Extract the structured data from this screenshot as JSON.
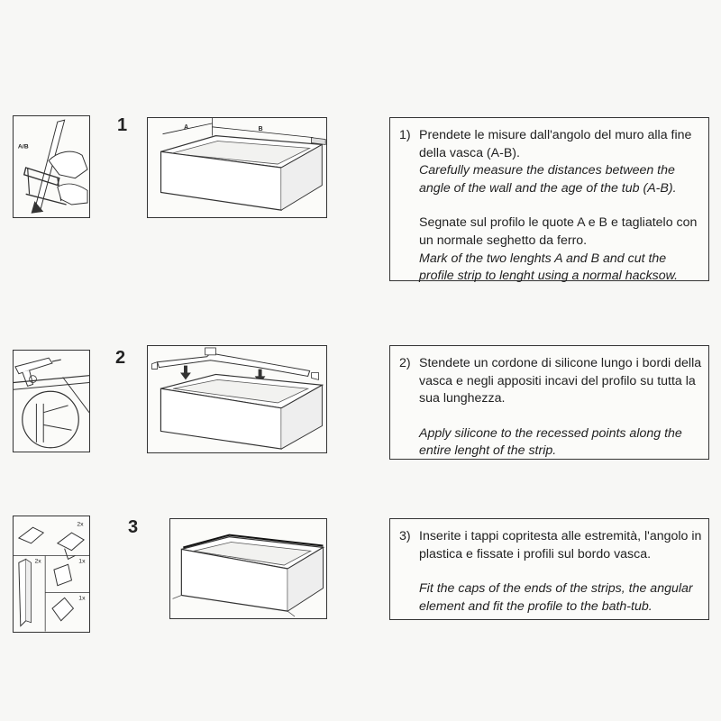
{
  "steps": [
    {
      "number": "1",
      "box_number": "1)",
      "it_1": "Prendete le misure dall'angolo del muro alla fine della vasca (A-B).",
      "en_1": "Carefully measure the distances between the angle of the wall and the age of the tub (A-B).",
      "it_2": "Segnate sul profilo le quote A e B e tagliatelo con un normale seghetto da ferro.",
      "en_2": "Mark of the two lenghts A and B and cut the profile strip to lenght using a normal hacksow.",
      "label_ab": "A/B",
      "label_a": "A",
      "label_b": "B"
    },
    {
      "number": "2",
      "box_number": "2)",
      "it_1": "Stendete un cordone di silicone lungo i bordi della vasca e negli appositi incavi del profilo su tutta la sua lunghezza.",
      "en_1": "Apply silicone to the recessed points along the entire lenght of the strip."
    },
    {
      "number": "3",
      "box_number": "3)",
      "it_1": "Inserite i tappi copritesta alle estremità, l'angolo in plastica e fissate i profili sul bordo vasca.",
      "en_1": "Fit the caps of the ends of the strips, the angular element and fit the profile to the bath-tub.",
      "qty_2x_a": "2x",
      "qty_2x_b": "2x",
      "qty_1x_a": "1x",
      "qty_1x_b": "1x"
    }
  ]
}
